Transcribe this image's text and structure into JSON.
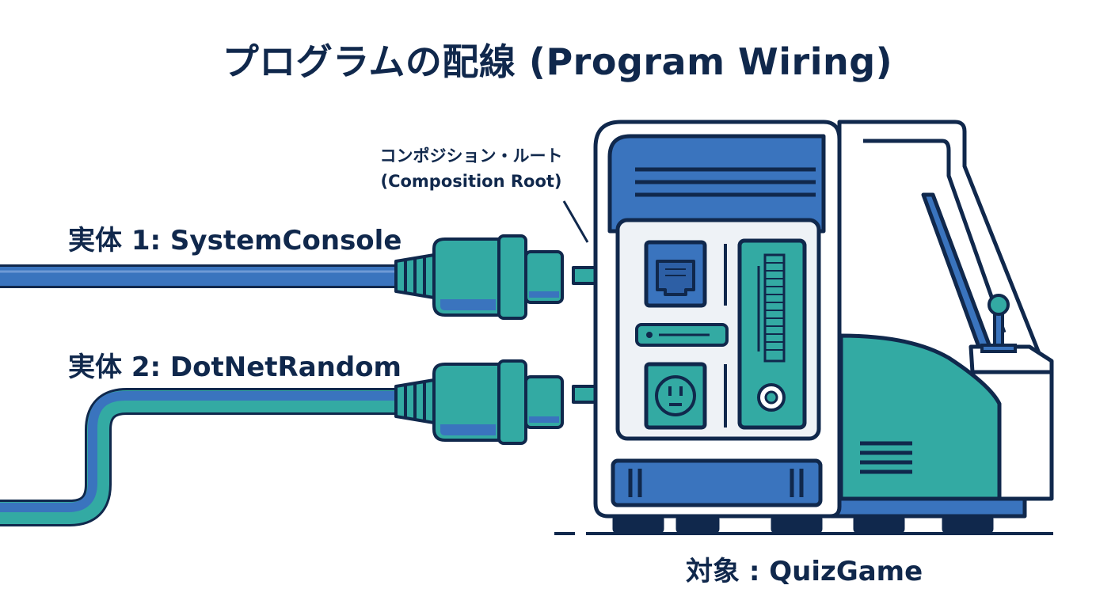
{
  "title": "プログラムの配線 (Program Wiring)",
  "root_label": {
    "line1": "コンポジション・ルート",
    "line2": "(Composition Root)"
  },
  "entities": [
    {
      "label": "実体 1: SystemConsole"
    },
    {
      "label": "実体 2: DotNetRandom"
    }
  ],
  "target": {
    "label": "対象 : QuizGame"
  },
  "colors": {
    "navy": "#10284c",
    "blue": "#3a74be",
    "teal": "#33aaa3",
    "panel": "#eef2f6"
  },
  "icons": {
    "port1": "ethernet-port-icon",
    "port2": "outlet-face-icon",
    "arrow": "arrow-right-icon",
    "joystick": "joystick-icon"
  }
}
